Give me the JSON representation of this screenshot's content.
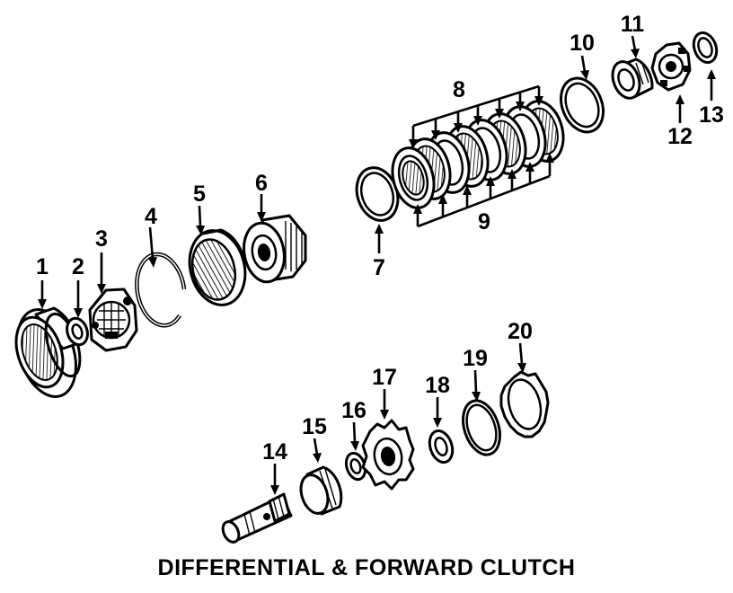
{
  "title": "DIFFERENTIAL & FORWARD CLUTCH",
  "callouts": [
    "1",
    "2",
    "3",
    "4",
    "5",
    "6",
    "7",
    "8",
    "9",
    "10",
    "11",
    "12",
    "13",
    "14",
    "15",
    "16",
    "17",
    "18",
    "19",
    "20"
  ]
}
